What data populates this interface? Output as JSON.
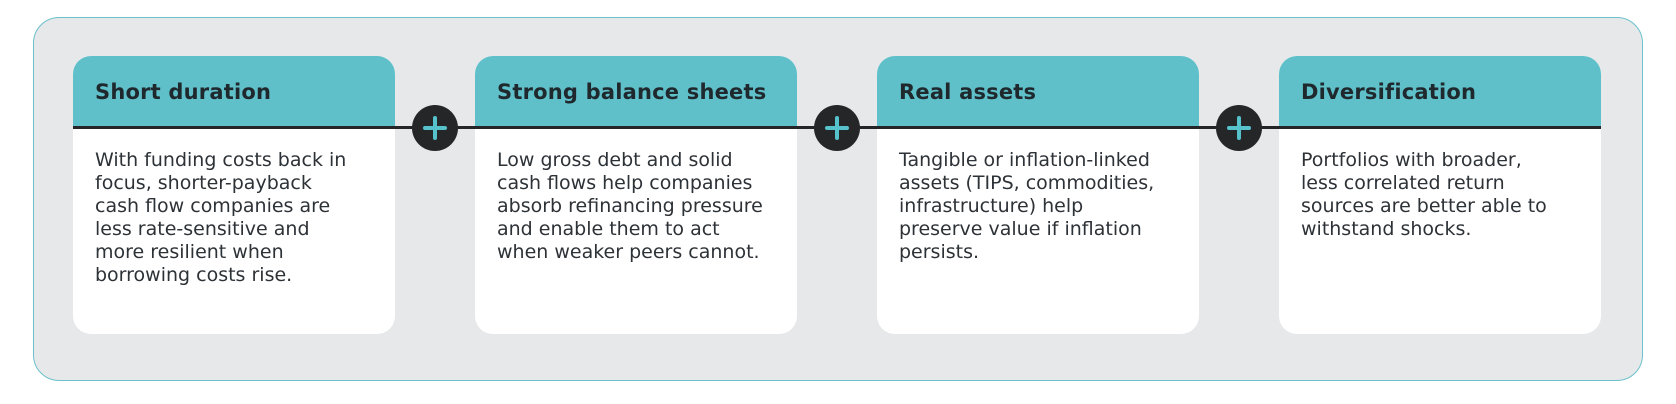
{
  "panel": {
    "background_color": "#e7e8e9",
    "border_color": "#6bc1cb"
  },
  "theme": {
    "header_color": "#5fc0c9",
    "line_color": "#232527",
    "badge_color": "#242628",
    "plus_color": "#56c3cc",
    "title_color": "#1f282d",
    "body_color": "#2d3237"
  },
  "connector": {
    "icon": "plus-icon",
    "symbol": "+"
  },
  "cards": [
    {
      "title": "Short duration",
      "body": "With funding costs back in\nfocus, shorter-payback\ncash flow companies are\nless rate-sensitive and\nmore resilient when\nborrowing costs rise."
    },
    {
      "title": "Strong balance sheets",
      "body": "Low gross debt and solid\ncash flows help companies\nabsorb refinancing pressure\nand enable them to act\nwhen weaker peers cannot."
    },
    {
      "title": "Real assets",
      "body": "Tangible or inflation-linked\nassets (TIPS, commodities,\ninfrastructure) help\npreserve value if inflation\npersists."
    },
    {
      "title": "Diversification",
      "body": "Portfolios with broader,\nless correlated return\nsources are better able to\nwithstand shocks."
    }
  ]
}
